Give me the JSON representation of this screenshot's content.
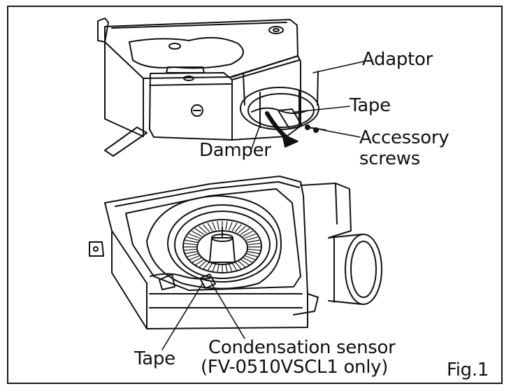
{
  "labels": {
    "adaptor": "Adaptor",
    "tape_top": "Tape",
    "damper": "Damper",
    "accessory_line1": "Accessory",
    "accessory_line2": "screws",
    "tape_bottom": "Tape",
    "sensor_line1": "Condensation sensor",
    "sensor_line2": "(FV-0510VSCL1 only)",
    "figure": "Fig.1"
  },
  "colors": {
    "ink": "#111111",
    "paper": "#ffffff"
  }
}
